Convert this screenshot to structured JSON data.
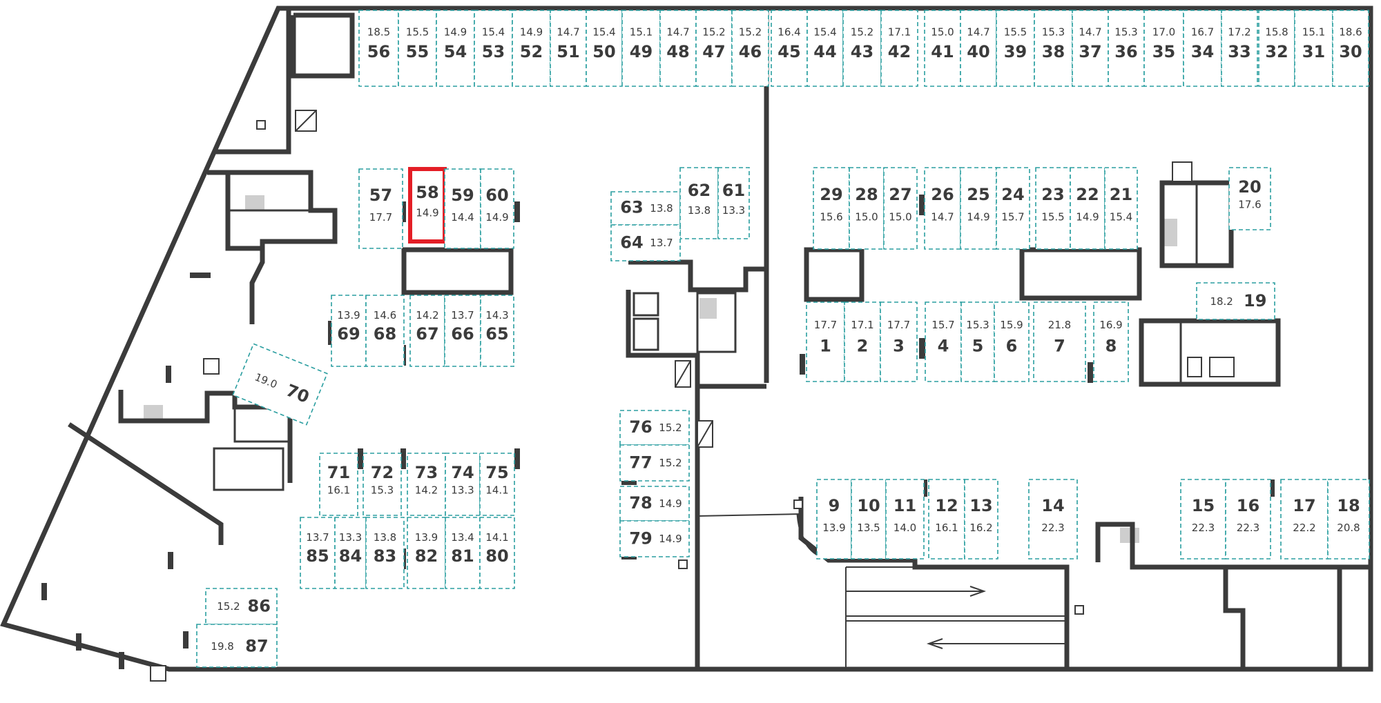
{
  "plan": {
    "selected_spot": "58",
    "colors": {
      "wall": "#3b3b3b",
      "spot_border": "#2a9ea0",
      "selected": "#e41e26"
    },
    "spots": [
      {
        "id": "56",
        "area": "18.5"
      },
      {
        "id": "55",
        "area": "15.5"
      },
      {
        "id": "54",
        "area": "14.9"
      },
      {
        "id": "53",
        "area": "15.4"
      },
      {
        "id": "52",
        "area": "14.9"
      },
      {
        "id": "51",
        "area": "14.7"
      },
      {
        "id": "50",
        "area": "15.4"
      },
      {
        "id": "49",
        "area": "15.1"
      },
      {
        "id": "48",
        "area": "14.7"
      },
      {
        "id": "47",
        "area": "15.2"
      },
      {
        "id": "46",
        "area": "15.2"
      },
      {
        "id": "45",
        "area": "16.4"
      },
      {
        "id": "44",
        "area": "15.4"
      },
      {
        "id": "43",
        "area": "15.2"
      },
      {
        "id": "42",
        "area": "17.1"
      },
      {
        "id": "41",
        "area": "15.0"
      },
      {
        "id": "40",
        "area": "14.7"
      },
      {
        "id": "39",
        "area": "15.5"
      },
      {
        "id": "38",
        "area": "15.3"
      },
      {
        "id": "37",
        "area": "14.7"
      },
      {
        "id": "36",
        "area": "15.3"
      },
      {
        "id": "35",
        "area": "17.0"
      },
      {
        "id": "34",
        "area": "16.7"
      },
      {
        "id": "33",
        "area": "17.2"
      },
      {
        "id": "32",
        "area": "15.8"
      },
      {
        "id": "31",
        "area": "15.1"
      },
      {
        "id": "30",
        "area": "18.6"
      },
      {
        "id": "57",
        "area": "17.7"
      },
      {
        "id": "58",
        "area": "14.9"
      },
      {
        "id": "59",
        "area": "14.4"
      },
      {
        "id": "60",
        "area": "14.9"
      },
      {
        "id": "69",
        "area": "13.9"
      },
      {
        "id": "68",
        "area": "14.6"
      },
      {
        "id": "67",
        "area": "14.2"
      },
      {
        "id": "66",
        "area": "13.7"
      },
      {
        "id": "65",
        "area": "14.3"
      },
      {
        "id": "63",
        "area": "13.8"
      },
      {
        "id": "62",
        "area": "13.8"
      },
      {
        "id": "61",
        "area": "13.3"
      },
      {
        "id": "64",
        "area": "13.7"
      },
      {
        "id": "29",
        "area": "15.6"
      },
      {
        "id": "28",
        "area": "15.0"
      },
      {
        "id": "27",
        "area": "15.0"
      },
      {
        "id": "26",
        "area": "14.7"
      },
      {
        "id": "25",
        "area": "14.9"
      },
      {
        "id": "24",
        "area": "15.7"
      },
      {
        "id": "23",
        "area": "15.5"
      },
      {
        "id": "22",
        "area": "14.9"
      },
      {
        "id": "21",
        "area": "15.4"
      },
      {
        "id": "20",
        "area": "17.6"
      },
      {
        "id": "19",
        "area": "18.2"
      },
      {
        "id": "1",
        "area": "17.7"
      },
      {
        "id": "2",
        "area": "17.1"
      },
      {
        "id": "3",
        "area": "17.7"
      },
      {
        "id": "4",
        "area": "15.7"
      },
      {
        "id": "5",
        "area": "15.3"
      },
      {
        "id": "6",
        "area": "15.9"
      },
      {
        "id": "7",
        "area": "21.8"
      },
      {
        "id": "8",
        "area": "16.9"
      },
      {
        "id": "70",
        "area": "19.0"
      },
      {
        "id": "76",
        "area": "15.2"
      },
      {
        "id": "77",
        "area": "15.2"
      },
      {
        "id": "78",
        "area": "14.9"
      },
      {
        "id": "79",
        "area": "14.9"
      },
      {
        "id": "71",
        "area": "16.1"
      },
      {
        "id": "72",
        "area": "15.3"
      },
      {
        "id": "73",
        "area": "14.2"
      },
      {
        "id": "74",
        "area": "13.3"
      },
      {
        "id": "75",
        "area": "14.1"
      },
      {
        "id": "85",
        "area": "13.7"
      },
      {
        "id": "84",
        "area": "13.3"
      },
      {
        "id": "83",
        "area": "13.8"
      },
      {
        "id": "82",
        "area": "13.9"
      },
      {
        "id": "81",
        "area": "13.4"
      },
      {
        "id": "80",
        "area": "14.1"
      },
      {
        "id": "86",
        "area": "15.2"
      },
      {
        "id": "87",
        "area": "19.8"
      },
      {
        "id": "9",
        "area": "13.9"
      },
      {
        "id": "10",
        "area": "13.5"
      },
      {
        "id": "11",
        "area": "14.0"
      },
      {
        "id": "12",
        "area": "16.1"
      },
      {
        "id": "13",
        "area": "16.2"
      },
      {
        "id": "14",
        "area": "22.3"
      },
      {
        "id": "15",
        "area": "22.3"
      },
      {
        "id": "16",
        "area": "22.3"
      },
      {
        "id": "17",
        "area": "22.2"
      },
      {
        "id": "18",
        "area": "20.8"
      }
    ]
  }
}
